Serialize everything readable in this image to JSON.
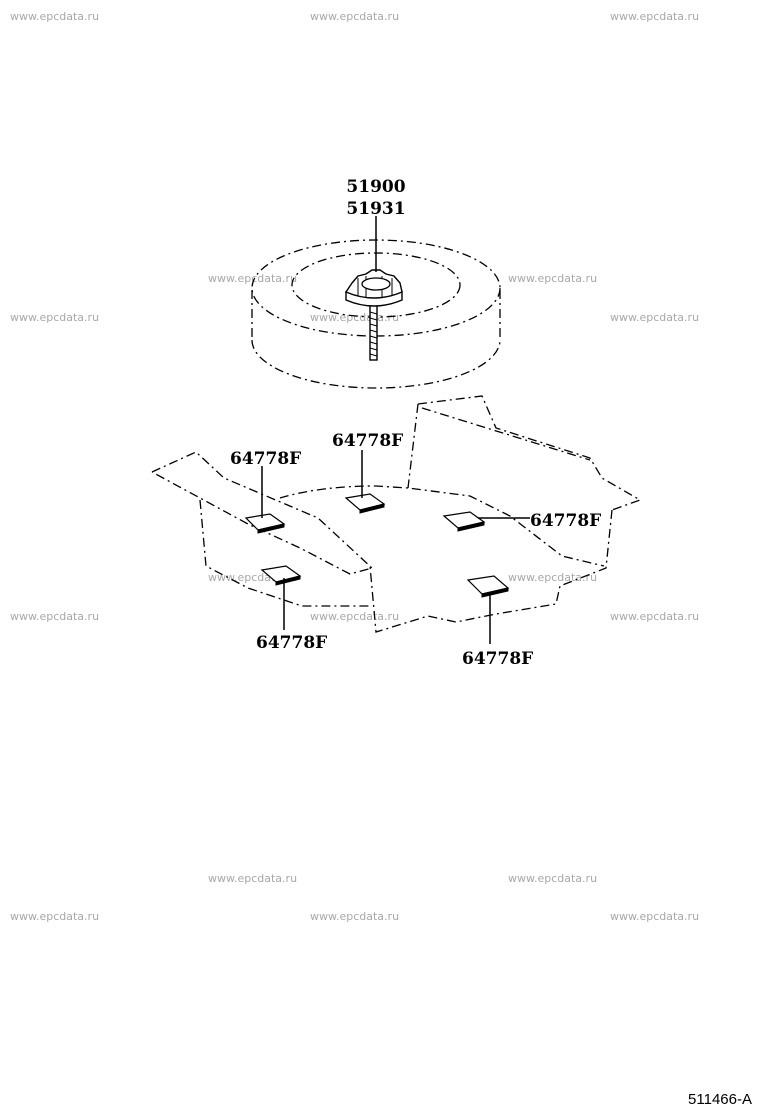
{
  "watermark": "www.epcdata.ru",
  "figure_code": "511466-A",
  "parts": {
    "spare_tire": "51900",
    "hold_down_bolt": "51931",
    "cushion_a": "64778F",
    "cushion_b": "64778F",
    "cushion_c": "64778F",
    "cushion_d": "64778F",
    "cushion_e": "64778F"
  }
}
